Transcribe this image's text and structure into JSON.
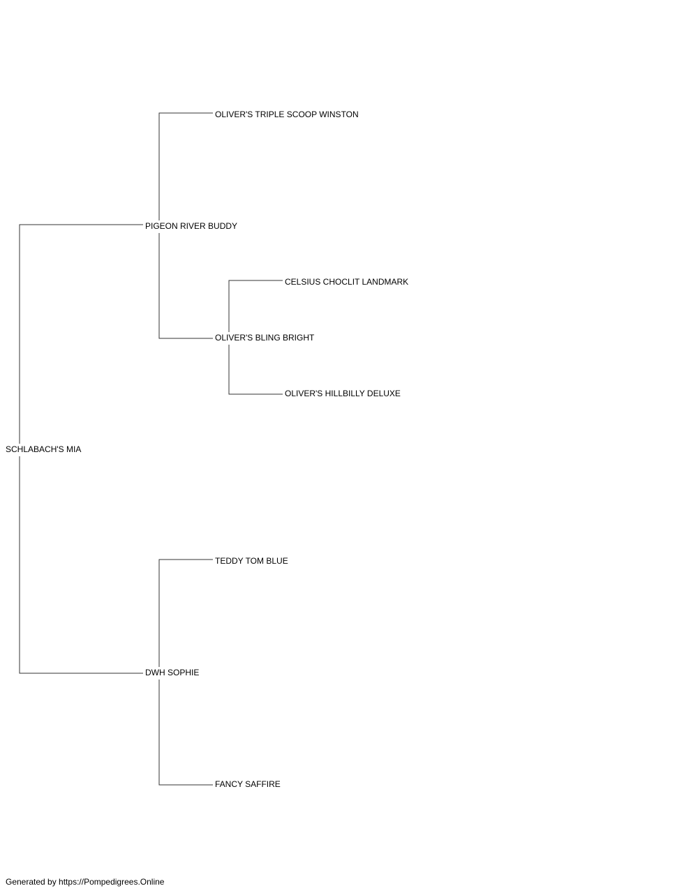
{
  "pedigree": {
    "subject": "SCHLABACH'S MIA",
    "sire": "PIGEON RIVER BUDDY",
    "dam": "DWH SOPHIE",
    "sire_sire": "OLIVER'S TRIPLE SCOOP WINSTON",
    "sire_dam": "OLIVER'S BLING BRIGHT",
    "sire_dam_sire": "CELSIUS CHOCLIT LANDMARK",
    "sire_dam_dam": "OLIVER'S HILLBILLY DELUXE",
    "dam_sire": "TEDDY TOM BLUE",
    "dam_dam": "FANCY SAFFIRE"
  },
  "footer": {
    "text": "Generated by https://Pompedigrees.Online"
  },
  "colors": {
    "line": "#333333",
    "text": "#000000",
    "background": "#ffffff"
  }
}
